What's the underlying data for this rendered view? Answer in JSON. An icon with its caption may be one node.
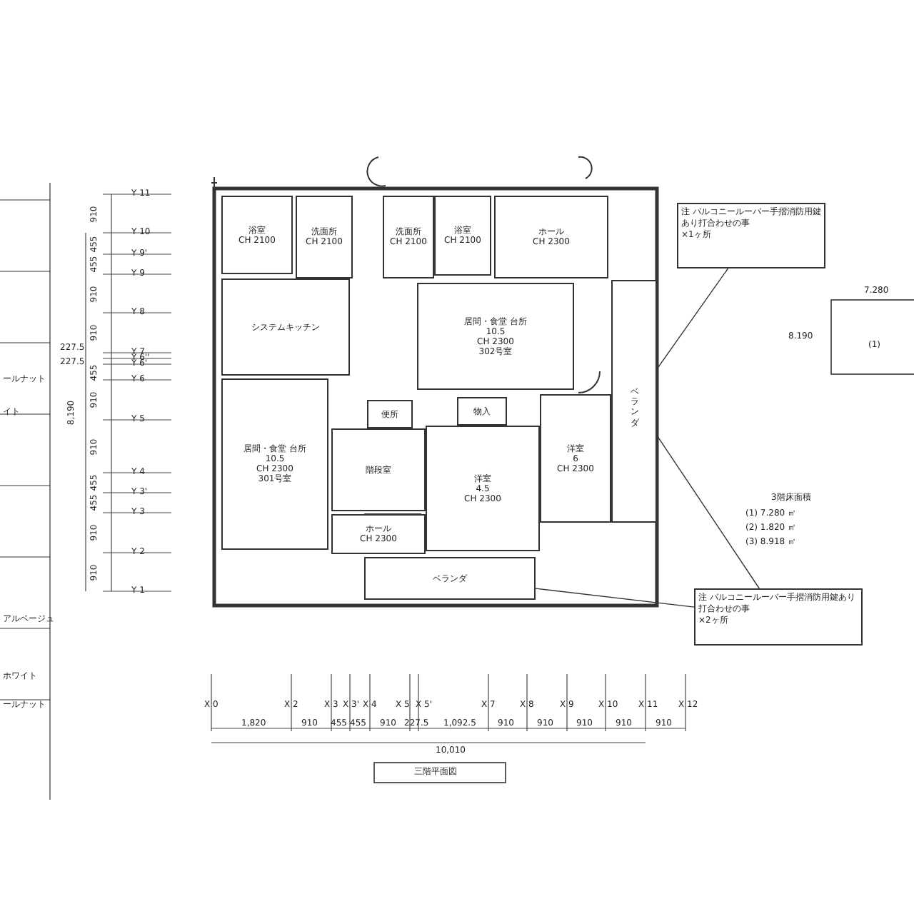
{
  "diagram": {
    "caption": "三階平面図",
    "nodes": [
      {
        "text": [
          "浴室",
          "CH 2100"
        ]
      },
      {
        "text": [
          "洗面所",
          "CH 2100"
        ]
      },
      {
        "text": [
          "洗面所",
          "CH 2100"
        ]
      },
      {
        "text": [
          "浴室",
          "CH 2100"
        ]
      },
      {
        "text": [
          "ホール",
          "CH 2300"
        ]
      },
      {
        "text": [
          "システムキッチン"
        ]
      },
      {
        "text": [
          "居間・食堂 台所",
          "10.5",
          "CH 2300",
          "302号室"
        ]
      },
      {
        "text": [
          "居間・食堂 台所",
          "10.5",
          "CH 2300",
          "301号室"
        ]
      },
      {
        "text": [
          "物入"
        ]
      },
      {
        "text": [
          "便所"
        ]
      },
      {
        "text": [
          "階段室"
        ]
      },
      {
        "text": [
          "ホール",
          "CH 2300"
        ]
      },
      {
        "text": [
          "洋室",
          "4.5",
          "CH 2300"
        ]
      },
      {
        "text": [
          "洋室",
          "6",
          "CH 2300"
        ]
      },
      {
        "text": [
          "ベランダ"
        ]
      },
      {
        "text": [
          "ベランダ"
        ]
      },
      {
        "text": [
          "注 バルコニールーバー手摺消防用鍵あり打合わせの事",
          "×1ヶ所"
        ]
      },
      {
        "text": [
          "注 バルコニールーバー手摺消防用鍵あり打合わせの事",
          "×2ヶ所"
        ]
      }
    ],
    "edges": [
      {
        "from": 16,
        "to": 14,
        "arrow": "none"
      },
      {
        "from": 17,
        "to": 14,
        "arrow": "none"
      },
      {
        "from": 17,
        "to": 15,
        "arrow": "none"
      }
    ],
    "labels": [
      "Y 11",
      "Y 10",
      "Y 9'",
      "Y 9",
      "Y 8",
      "Y 7",
      "Y 6''",
      "Y 6'",
      "Y 6",
      "Y 5",
      "Y 4",
      "Y 3'",
      "Y 3",
      "Y 2",
      "Y 1",
      "910",
      "455",
      "455",
      "910",
      "910",
      "227.5",
      "227.5",
      "455",
      "910",
      "910",
      "455",
      "455",
      "910",
      "910",
      "8,190",
      "X 0",
      "X 2",
      "X 3",
      "X 3'",
      "X 4",
      "X 5",
      "X 5'",
      "X 7",
      "X 8",
      "X 9",
      "X 10",
      "X 11",
      "X 12",
      "1,820",
      "910",
      "455",
      "455",
      "910",
      "227.5",
      "1,092.5",
      "910",
      "910",
      "910",
      "910",
      "910",
      "10,010",
      "3階床面積",
      "(1) 7.280 ㎡",
      "(2) 1.820 ㎡",
      "(3) 8.918 ㎡",
      "7.280",
      "8.190",
      "(1)",
      "ールナット",
      "イト",
      "アルベージュ",
      "ホワイト",
      "ールナット"
    ]
  }
}
